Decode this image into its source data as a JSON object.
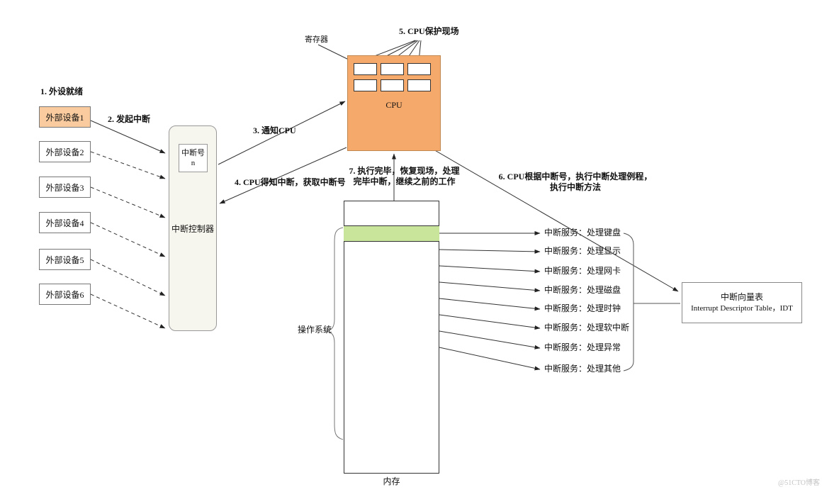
{
  "steps": {
    "s1": "1. 外设就绪",
    "s2": "2. 发起中断",
    "s3": "3. 通知CPU",
    "s4": "4. CPU得知中断，获取中断号",
    "s5": "5. CPU保护现场",
    "s6_line1": "6. CPU根据中断号，执行中断处理例程，",
    "s6_line2": "执行中断方法",
    "s7_line1": "7. 执行完毕，恢复现场，处理",
    "s7_line2": "完毕中断，继续之前的工作"
  },
  "devices": [
    "外部设备1",
    "外部设备2",
    "外部设备3",
    "外部设备4",
    "外部设备5",
    "外部设备6"
  ],
  "controller": {
    "label": "中断控制器",
    "number_line1": "中断号",
    "number_line2": "n"
  },
  "cpu": {
    "label": "CPU",
    "register_label": "寄存器"
  },
  "memory": {
    "label": "内存",
    "os_label": "操作系统",
    "services": [
      "中断服务：处理键盘",
      "中断服务：处理显示",
      "中断服务：处理网卡",
      "中断服务：处理磁盘",
      "中断服务：处理时钟",
      "中断服务：处理软中断",
      "中断服务：处理异常",
      "中断服务：处理其他"
    ]
  },
  "idt": {
    "title": "中断向量表",
    "subtitle": "Interrupt Descriptor Table，IDT"
  },
  "watermark": "@51CTO博客",
  "colors": {
    "device_highlight": "#FACB9E",
    "cpu_fill": "#F5A96B",
    "green_row": "#C9E49B",
    "controller_fill": "#F7F6EE"
  }
}
